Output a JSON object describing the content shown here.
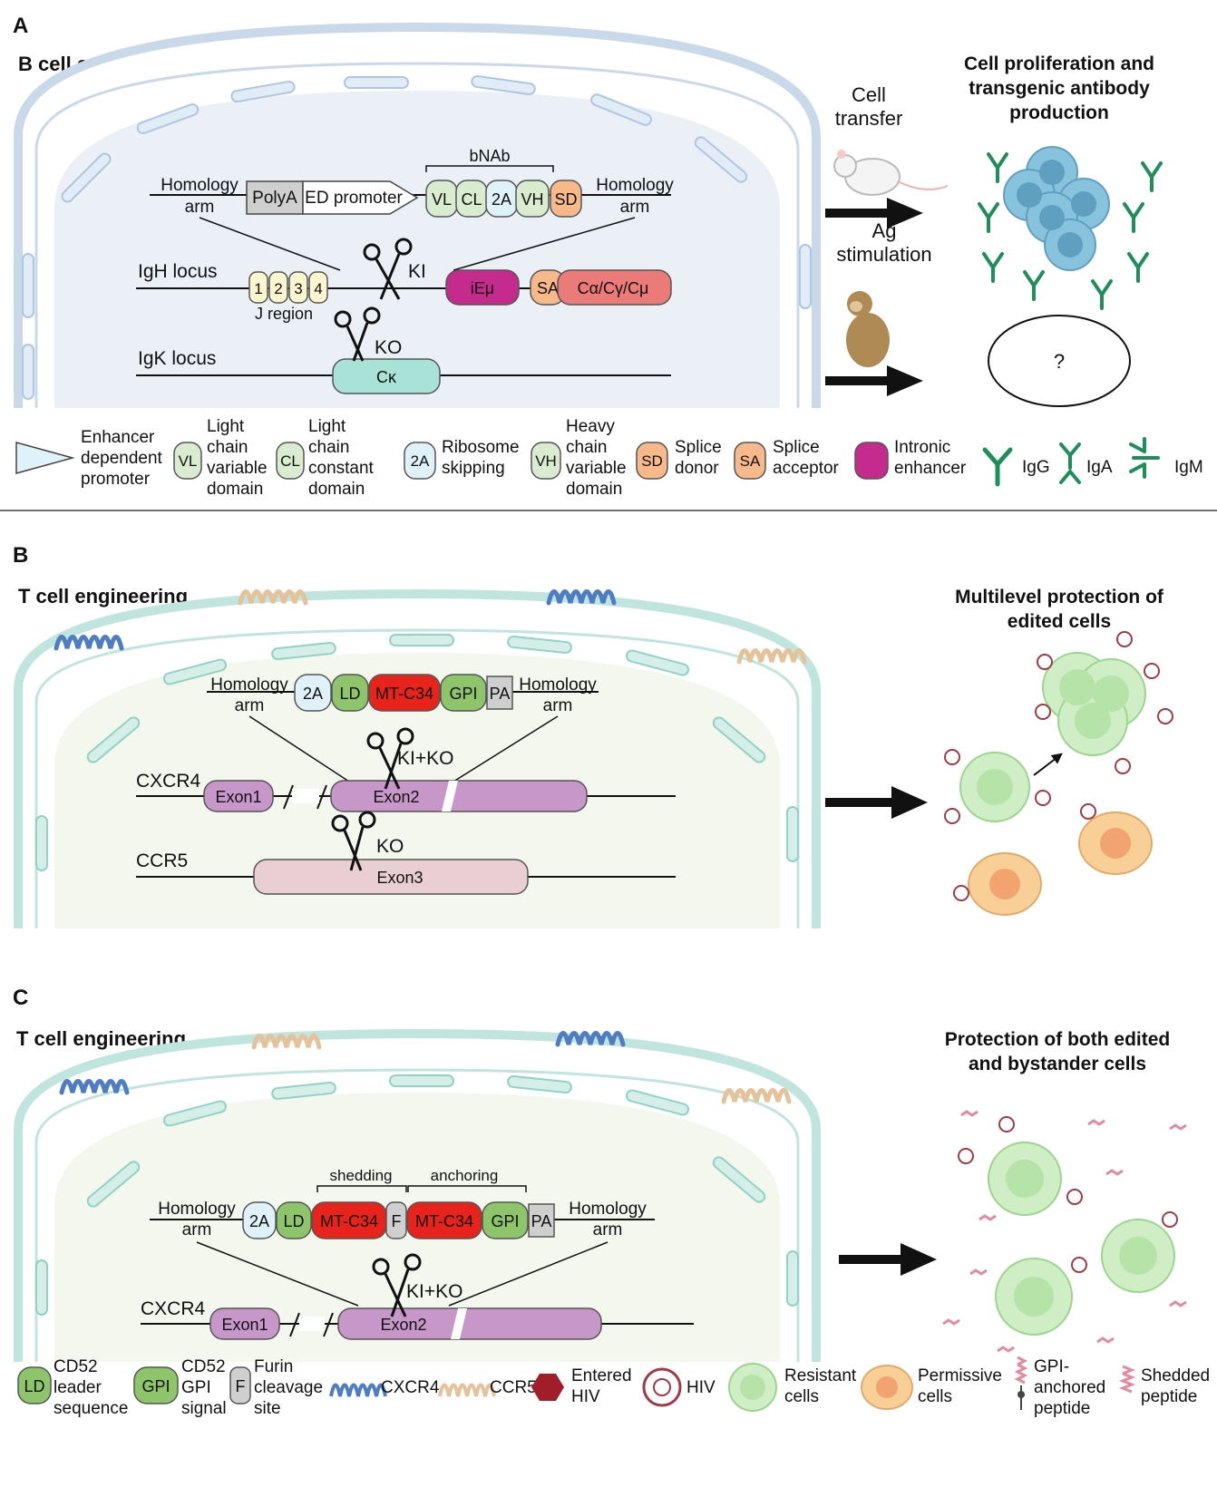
{
  "panelA": {
    "letter": "A",
    "title": "B cell engineering",
    "homology_left_1": "Homology",
    "homology_left_2": "arm",
    "polya": "PolyA",
    "ed_promoter": "ED promoter",
    "bnab": "bNAb",
    "vl": "VL",
    "cl": "CL",
    "twoA": "2A",
    "vh": "VH",
    "sd": "SD",
    "homology_right_1": "Homology",
    "homology_right_2": "arm",
    "igh_locus": "IgH locus",
    "j1": "1",
    "j2": "2",
    "j3": "3",
    "j4": "4",
    "j_region": "J region",
    "ki": "KI",
    "iemu": "iEμ",
    "sa": "SA",
    "const": "Cα/Cγ/Cμ",
    "igk_locus": "IgK locus",
    "ko": "KO",
    "ck": "Cκ",
    "cell_transfer_1": "Cell",
    "cell_transfer_2": "transfer",
    "ag_1": "Ag",
    "ag_2": "stimulation",
    "outcome_1": "Cell proliferation and",
    "outcome_2": "transgenic antibody",
    "outcome_3": "production",
    "unknown": "?"
  },
  "legendA": {
    "enhancer": [
      "Enhancer",
      "dependent",
      "promoter"
    ],
    "vl_sym": "VL",
    "vl_text": [
      "Light",
      "chain",
      "variable",
      "domain"
    ],
    "cl_sym": "CL",
    "cl_text": [
      "Light",
      "chain",
      "constant",
      "domain"
    ],
    "twoA_sym": "2A",
    "twoA_text": [
      "Ribosome",
      "skipping"
    ],
    "vh_sym": "VH",
    "vh_text": [
      "Heavy",
      "chain",
      "variable",
      "domain"
    ],
    "sd_sym": "SD",
    "sd_text": [
      "Splice",
      "donor"
    ],
    "sa_sym": "SA",
    "sa_text": [
      "Splice",
      "acceptor"
    ],
    "intronic": [
      "Intronic",
      "enhancer"
    ],
    "igg": "IgG",
    "iga": "IgA",
    "igm": "IgM"
  },
  "panelB": {
    "letter": "B",
    "title": "T cell engineering",
    "homology_left_1": "Homology",
    "homology_left_2": "arm",
    "twoA": "2A",
    "ld": "LD",
    "mtc34": "MT-C34",
    "gpi": "GPI",
    "pa": "PA",
    "homology_right_1": "Homology",
    "homology_right_2": "arm",
    "kiko": "KI+KO",
    "cxcr4": "CXCR4",
    "exon1": "Exon1",
    "exon2": "Exon2",
    "ko": "KO",
    "ccr5": "CCR5",
    "exon3": "Exon3",
    "outcome_1": "Multilevel protection of",
    "outcome_2": "edited cells"
  },
  "panelC": {
    "letter": "C",
    "title": "T cell engineering",
    "shedding": "shedding",
    "anchoring": "anchoring",
    "homology_left_1": "Homology",
    "homology_left_2": "arm",
    "twoA": "2A",
    "ld": "LD",
    "mtc34": "MT-C34",
    "f": "F",
    "gpi": "GPI",
    "pa": "PA",
    "homology_right_1": "Homology",
    "homology_right_2": "arm",
    "kiko": "KI+KO",
    "cxcr4": "CXCR4",
    "exon1": "Exon1",
    "exon2": "Exon2",
    "outcome_1": "Protection of both edited",
    "outcome_2": "and bystander cells"
  },
  "legendC": {
    "ld_sym": "LD",
    "ld_text": [
      "CD52",
      "leader",
      "sequence"
    ],
    "gpi_sym": "GPI",
    "gpi_text": [
      "CD52",
      "GPI",
      "signal"
    ],
    "f_sym": "F",
    "f_text": [
      "Furin",
      "cleavage",
      "site"
    ],
    "cxcr4": "CXCR4",
    "ccr5": "CCR5",
    "entered": [
      "Entered",
      "HIV"
    ],
    "hiv": "HIV",
    "resistant": [
      "Resistant",
      "cells"
    ],
    "permissive": [
      "Permissive",
      "cells"
    ],
    "gpi_anch": [
      "GPI-",
      "anchored",
      "peptide"
    ],
    "shedded": [
      "Shedded",
      "peptide"
    ]
  },
  "colors": {
    "membraneA": "#c9d9ea",
    "nucleusA": "#eaf0f6",
    "membraneT": "#bfe5de",
    "nucleusT": "#f3f7ee",
    "green": "#8fc56a",
    "lightgreen": "#d9ecd0",
    "red": "#e8231c",
    "purple": "#c797c9",
    "magenta": "#c42b8d",
    "salmon": "#ea7b78",
    "orange": "#f7b98a",
    "teal": "#a9e2d7",
    "cream": "#fbf6cf",
    "lightblue": "#dff1f9"
  }
}
